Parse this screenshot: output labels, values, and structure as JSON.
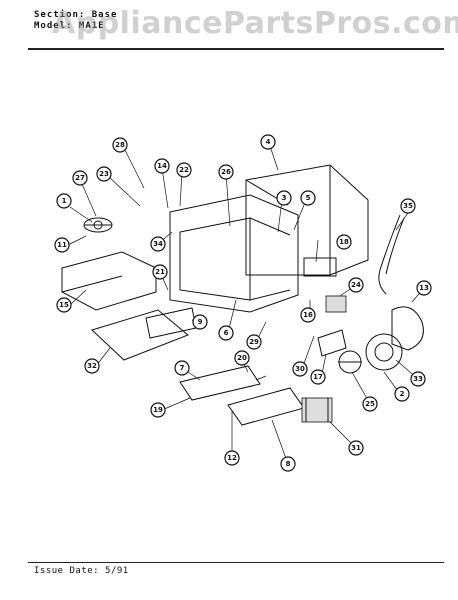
{
  "header": {
    "section_line": "Section:  Base",
    "model_line": "Model:  MA1E"
  },
  "watermark": "AppliancePartsPros.com",
  "footer": {
    "issue_date": "Issue Date:  5/91"
  },
  "callouts": [
    "1",
    "2",
    "3",
    "4",
    "5",
    "6",
    "7",
    "8",
    "9",
    "11",
    "12",
    "13",
    "14",
    "15",
    "16",
    "17",
    "18",
    "19",
    "20",
    "21",
    "22",
    "23",
    "24",
    "25",
    "26",
    "27",
    "28",
    "29",
    "30",
    "31",
    "32",
    "33",
    "34",
    "35"
  ]
}
